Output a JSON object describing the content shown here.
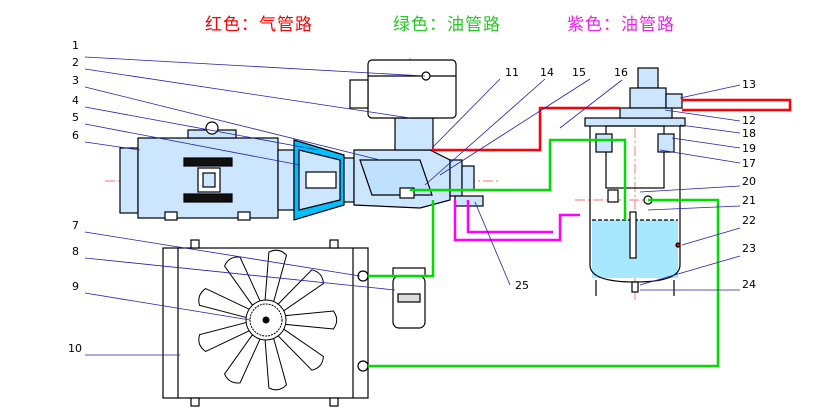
{
  "legend": [
    {
      "text": "红色：气管路",
      "color": "#ff0000"
    },
    {
      "text": "绿色：油管路",
      "color": "#22cc22"
    },
    {
      "text": "紫色：油管路",
      "color": "#ee22ee"
    }
  ],
  "colors": {
    "air_pipe": "#ff0000",
    "oil_pipe_green": "#00dd00",
    "oil_pipe_purple": "#ff00ff",
    "leader": "#2222aa",
    "component": "#cce6ff",
    "oil": "#a8e8ff",
    "outline": "#000000",
    "cyan": "#00bfff"
  },
  "callouts": [
    "1",
    "2",
    "3",
    "4",
    "5",
    "6",
    "7",
    "8",
    "9",
    "10",
    "11",
    "12",
    "13",
    "14",
    "15",
    "16",
    "17",
    "18",
    "19",
    "20",
    "21",
    "22",
    "23",
    "24",
    "25"
  ]
}
